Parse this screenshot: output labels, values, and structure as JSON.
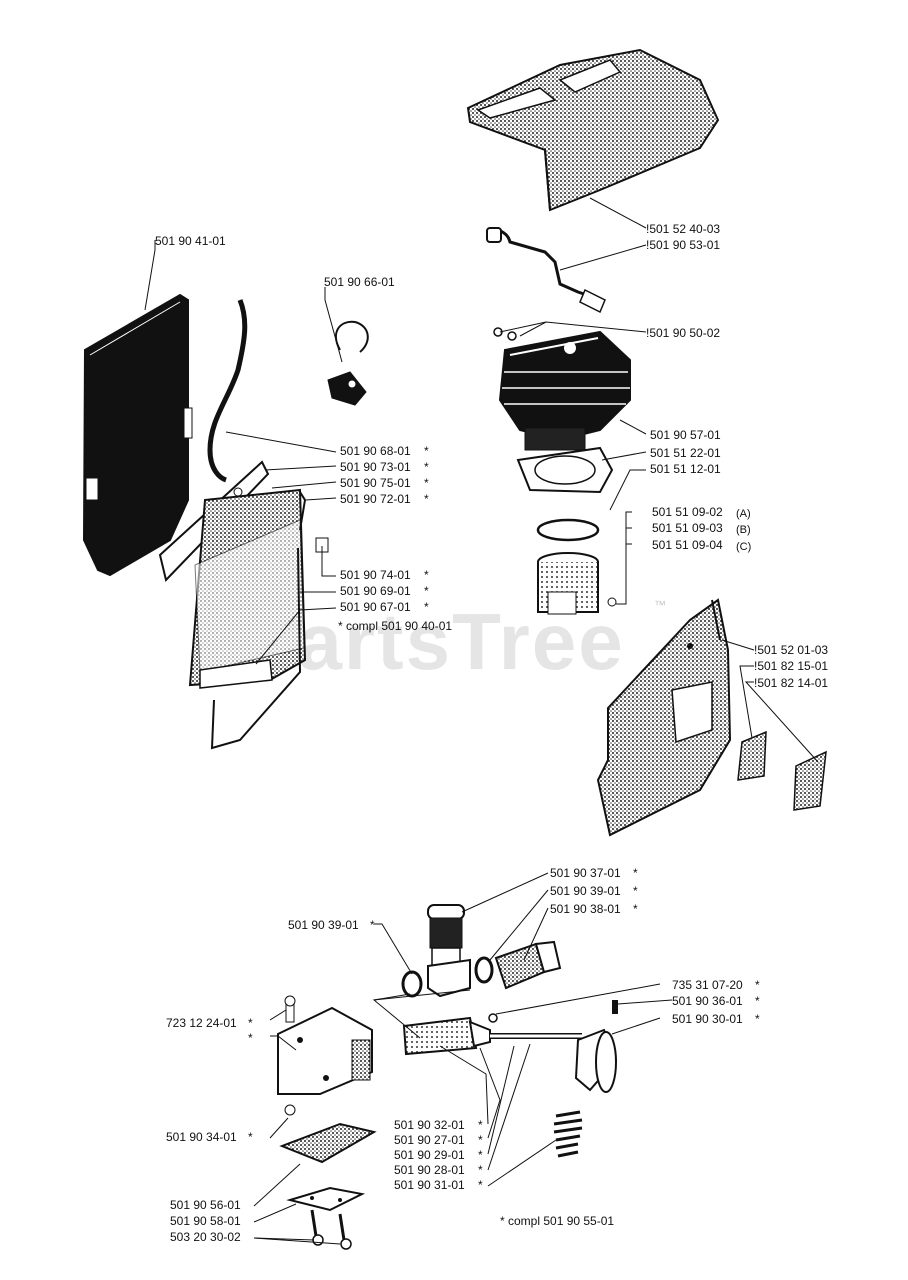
{
  "watermark": {
    "text": "PartsTree",
    "tm": "™"
  },
  "labels": {
    "p_501_52_40_03": "!501 52 40-03",
    "p_501_90_53_01": "!501 90 53-01",
    "p_501_90_50_02": "!501 90 50-02",
    "p_501_90_41_01": "501 90 41-01",
    "p_501_90_66_01": "501 90 66-01",
    "p_501_90_68_01": "501 90 68-01",
    "p_501_90_73_01": "501 90 73-01",
    "p_501_90_75_01": "501 90 75-01",
    "p_501_90_72_01": "501 90 72-01",
    "p_501_90_74_01": "501 90 74-01",
    "p_501_90_69_01": "501 90 69-01",
    "p_501_90_67_01": "501 90 67-01",
    "compl_501_90_40_01": "* compl 501 90 40-01",
    "p_501_90_57_01": "501 90 57-01",
    "p_501_51_22_01": "501 51 22-01",
    "p_501_51_12_01": "501 51 12-01",
    "p_501_51_09_02": "501 51 09-02",
    "p_501_51_09_03": "501 51 09-03",
    "p_501_51_09_04": "501 51 09-04",
    "var_a": "(A)",
    "var_b": "(B)",
    "var_c": "(C)",
    "p_501_52_01_03": "!501 52 01-03",
    "p_501_82_15_01": "!501 82 15-01",
    "p_501_82_14_01": "!501 82 14-01",
    "p_501_90_37_01": "501 90 37-01",
    "p_501_90_39_01_r": "501 90 39-01",
    "p_501_90_38_01": "501 90 38-01",
    "p_501_90_39_01_l": "501 90 39-01",
    "p_735_31_07_20": "735 31 07-20",
    "p_501_90_36_01": "501 90 36-01",
    "p_501_90_30_01": "501 90 30-01",
    "p_723_12_24_01": "723 12 24-01",
    "p_501_90_34_01": "501 90 34-01",
    "p_501_90_32_01": "501 90 32-01",
    "p_501_90_27_01": "501 90 27-01",
    "p_501_90_29_01": "501 90 29-01",
    "p_501_90_28_01": "501 90 28-01",
    "p_501_90_31_01": "501 90 31-01",
    "p_501_90_56_01": "501 90 56-01",
    "p_501_90_58_01": "501 90 58-01",
    "p_503_20_30_02": "503 20 30-02",
    "compl_501_90_55_01": "* compl 501 90 55-01",
    "star": "*"
  }
}
